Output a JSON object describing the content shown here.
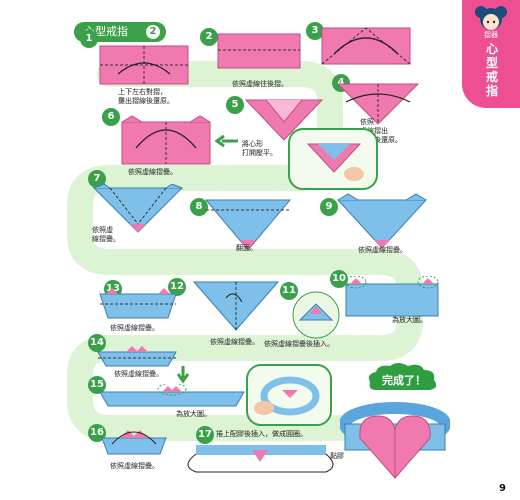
{
  "header": {
    "title": "心型戒指",
    "title_step": "2"
  },
  "side_tab": {
    "small_label": "摺器",
    "title": "心型戒指"
  },
  "page_number": "9",
  "steps": [
    "1",
    "2",
    "3",
    "4",
    "5",
    "6",
    "7",
    "8",
    "9",
    "10",
    "11",
    "12",
    "13",
    "14",
    "15",
    "16",
    "17"
  ],
  "captions": {
    "s1": "上下左右對摺，\n攤出摺線後還原。",
    "s2": "依照虛線往後摺。",
    "s4": "依照\n虛線摺出\n摺線後還原。",
    "s5": "將心形\n打開壓平。",
    "s6": "依照虛線摺疊。",
    "s7": "依照虛\n線摺疊。",
    "s8": "翻面。",
    "s9": "依照虛線摺疊。",
    "s10": "為放大圖。",
    "s11": "依照虛線摺疊後插入。",
    "s12": "依照虛線摺疊。",
    "s13": "依照虛線摺疊。",
    "s14": "依照虛線摺疊。",
    "s15": "為放大圖。",
    "s16": "依照虛線摺疊。",
    "s17": "捲上配膠後插入，做成圓圈。",
    "s17b": "黏膠"
  },
  "done_label": "完成了！",
  "colors": {
    "pink": "#f07ab0",
    "blue": "#7ec0ea",
    "green": "#3aa14a",
    "path": "#cfeec6",
    "magenta": "#ee4f93"
  }
}
